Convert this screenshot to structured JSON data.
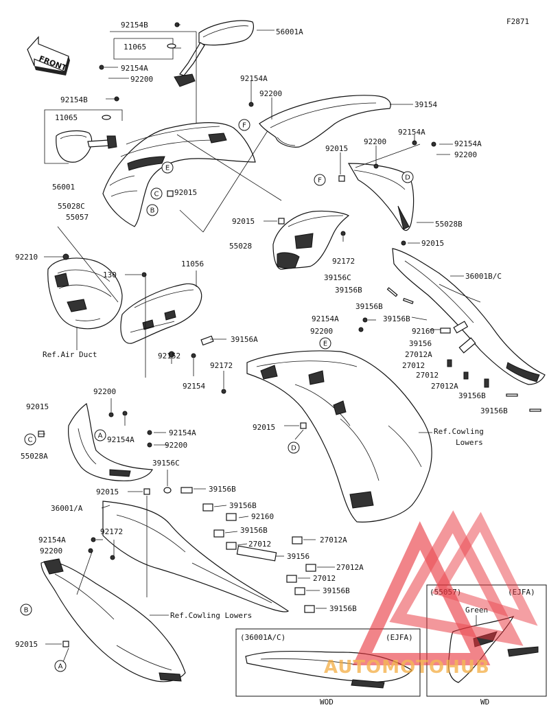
{
  "diagram": {
    "figure_code": "F2871",
    "front_label": "FRONT",
    "labels": [
      {
        "id": "l1",
        "text": "92154B"
      },
      {
        "id": "l2",
        "text": "56001A"
      },
      {
        "id": "l3",
        "text": "11065"
      },
      {
        "id": "l4",
        "text": "92154A"
      },
      {
        "id": "l5",
        "text": "92200"
      },
      {
        "id": "l6",
        "text": "92154B"
      },
      {
        "id": "l7",
        "text": "11065"
      },
      {
        "id": "l8",
        "text": "56001"
      },
      {
        "id": "l9",
        "text": "92015"
      },
      {
        "id": "l10",
        "text": "55028C"
      },
      {
        "id": "l11",
        "text": "55057"
      },
      {
        "id": "l12",
        "text": "92154A"
      },
      {
        "id": "l13",
        "text": "92200"
      },
      {
        "id": "l14",
        "text": "39154"
      },
      {
        "id": "l15",
        "text": "92154A"
      },
      {
        "id": "l16",
        "text": "92200"
      },
      {
        "id": "l17",
        "text": "92015"
      },
      {
        "id": "l18",
        "text": "92154A"
      },
      {
        "id": "l19",
        "text": "92200"
      },
      {
        "id": "l20",
        "text": "92015"
      },
      {
        "id": "l21",
        "text": "55028B"
      },
      {
        "id": "l22",
        "text": "55028"
      },
      {
        "id": "l23",
        "text": "92172"
      },
      {
        "id": "l24",
        "text": "92015"
      },
      {
        "id": "l25",
        "text": "39156C"
      },
      {
        "id": "l26",
        "text": "36001B/C"
      },
      {
        "id": "l27",
        "text": "39156B"
      },
      {
        "id": "l28",
        "text": "92210"
      },
      {
        "id": "l29",
        "text": "130"
      },
      {
        "id": "l30",
        "text": "11056"
      },
      {
        "id": "l31",
        "text": "39156B"
      },
      {
        "id": "l32",
        "text": "92154A"
      },
      {
        "id": "l33",
        "text": "39156B"
      },
      {
        "id": "l34",
        "text": "92200"
      },
      {
        "id": "l35",
        "text": "92160"
      },
      {
        "id": "l36",
        "text": "39156A"
      },
      {
        "id": "l37",
        "text": "39156"
      },
      {
        "id": "l38",
        "text": "27012A"
      },
      {
        "id": "l39",
        "text": "27012"
      },
      {
        "id": "l40",
        "text": "27012"
      },
      {
        "id": "l41",
        "text": "27012A"
      },
      {
        "id": "l42",
        "text": "39156B"
      },
      {
        "id": "l43",
        "text": "39156B"
      },
      {
        "id": "l44",
        "text": "Ref.Air Duct"
      },
      {
        "id": "l45",
        "text": "92152"
      },
      {
        "id": "l46",
        "text": "92154"
      },
      {
        "id": "l47",
        "text": "92172"
      },
      {
        "id": "l48",
        "text": "92200"
      },
      {
        "id": "l49",
        "text": "92015"
      },
      {
        "id": "l50",
        "text": "92154A"
      },
      {
        "id": "l51",
        "text": "92015"
      },
      {
        "id": "l52",
        "text": "Ref.Cowling"
      },
      {
        "id": "l53",
        "text": "Lowers"
      },
      {
        "id": "l54",
        "text": "55028A"
      },
      {
        "id": "l55",
        "text": "92154A"
      },
      {
        "id": "l56",
        "text": "92200"
      },
      {
        "id": "l57",
        "text": "39156C"
      },
      {
        "id": "l58",
        "text": "92015"
      },
      {
        "id": "l59",
        "text": "39156B"
      },
      {
        "id": "l60",
        "text": "36001/A"
      },
      {
        "id": "l61",
        "text": "39156B"
      },
      {
        "id": "l62",
        "text": "92160"
      },
      {
        "id": "l63",
        "text": "92154A"
      },
      {
        "id": "l64",
        "text": "92172"
      },
      {
        "id": "l65",
        "text": "39156B"
      },
      {
        "id": "l66",
        "text": "92200"
      },
      {
        "id": "l67",
        "text": "27012"
      },
      {
        "id": "l68",
        "text": "27012A"
      },
      {
        "id": "l69",
        "text": "39156"
      },
      {
        "id": "l70",
        "text": "27012A"
      },
      {
        "id": "l71",
        "text": "27012"
      },
      {
        "id": "l72",
        "text": "39156B"
      },
      {
        "id": "l73",
        "text": "39156B"
      },
      {
        "id": "l74",
        "text": "Ref.Cowling Lowers"
      },
      {
        "id": "l75",
        "text": "92015"
      }
    ],
    "callouts": [
      {
        "id": "c1",
        "letter": "F"
      },
      {
        "id": "c2",
        "letter": "E"
      },
      {
        "id": "c3",
        "letter": "C"
      },
      {
        "id": "c4",
        "letter": "B"
      },
      {
        "id": "c5",
        "letter": "F"
      },
      {
        "id": "c6",
        "letter": "D"
      },
      {
        "id": "c7",
        "letter": "E"
      },
      {
        "id": "c8",
        "letter": "D"
      },
      {
        "id": "c9",
        "letter": "C"
      },
      {
        "id": "c10",
        "letter": "A"
      },
      {
        "id": "c11",
        "letter": "B"
      },
      {
        "id": "c12",
        "letter": "A"
      }
    ],
    "inset_left": {
      "title": "(36001A/C)",
      "tag": "(EJFA)",
      "caption": "WOD"
    },
    "inset_right": {
      "title": "(55057)",
      "tag": "(EJFA)",
      "color_label": "Green",
      "caption": "WD"
    }
  },
  "watermark": {
    "text": "AUTOMOTOHUB",
    "color": "#e8323a",
    "accent": "#f2a93b"
  }
}
